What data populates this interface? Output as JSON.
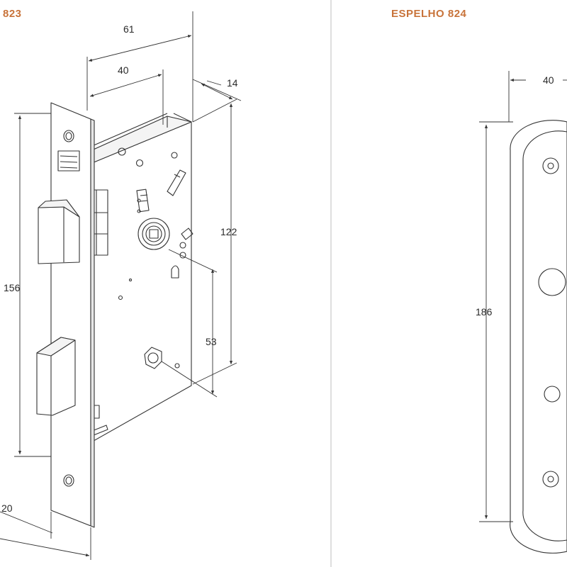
{
  "titles": {
    "left": "823",
    "right": "ESPELHO 824",
    "color": "#c8733a"
  },
  "lock_dimensions": {
    "overall_width": "61",
    "case_width": "40",
    "case_depth": "14",
    "case_height": "122",
    "faceplate_height": "156",
    "center_distance": "53",
    "faceplate_width": "20"
  },
  "escutcheon_dimensions": {
    "width": "40",
    "height": "186"
  },
  "faceplate_marking": {
    "line1": "",
    "line2": ""
  },
  "colors": {
    "line": "#333333",
    "divider": "#bdbdbd",
    "text": "#2a2a2a"
  }
}
